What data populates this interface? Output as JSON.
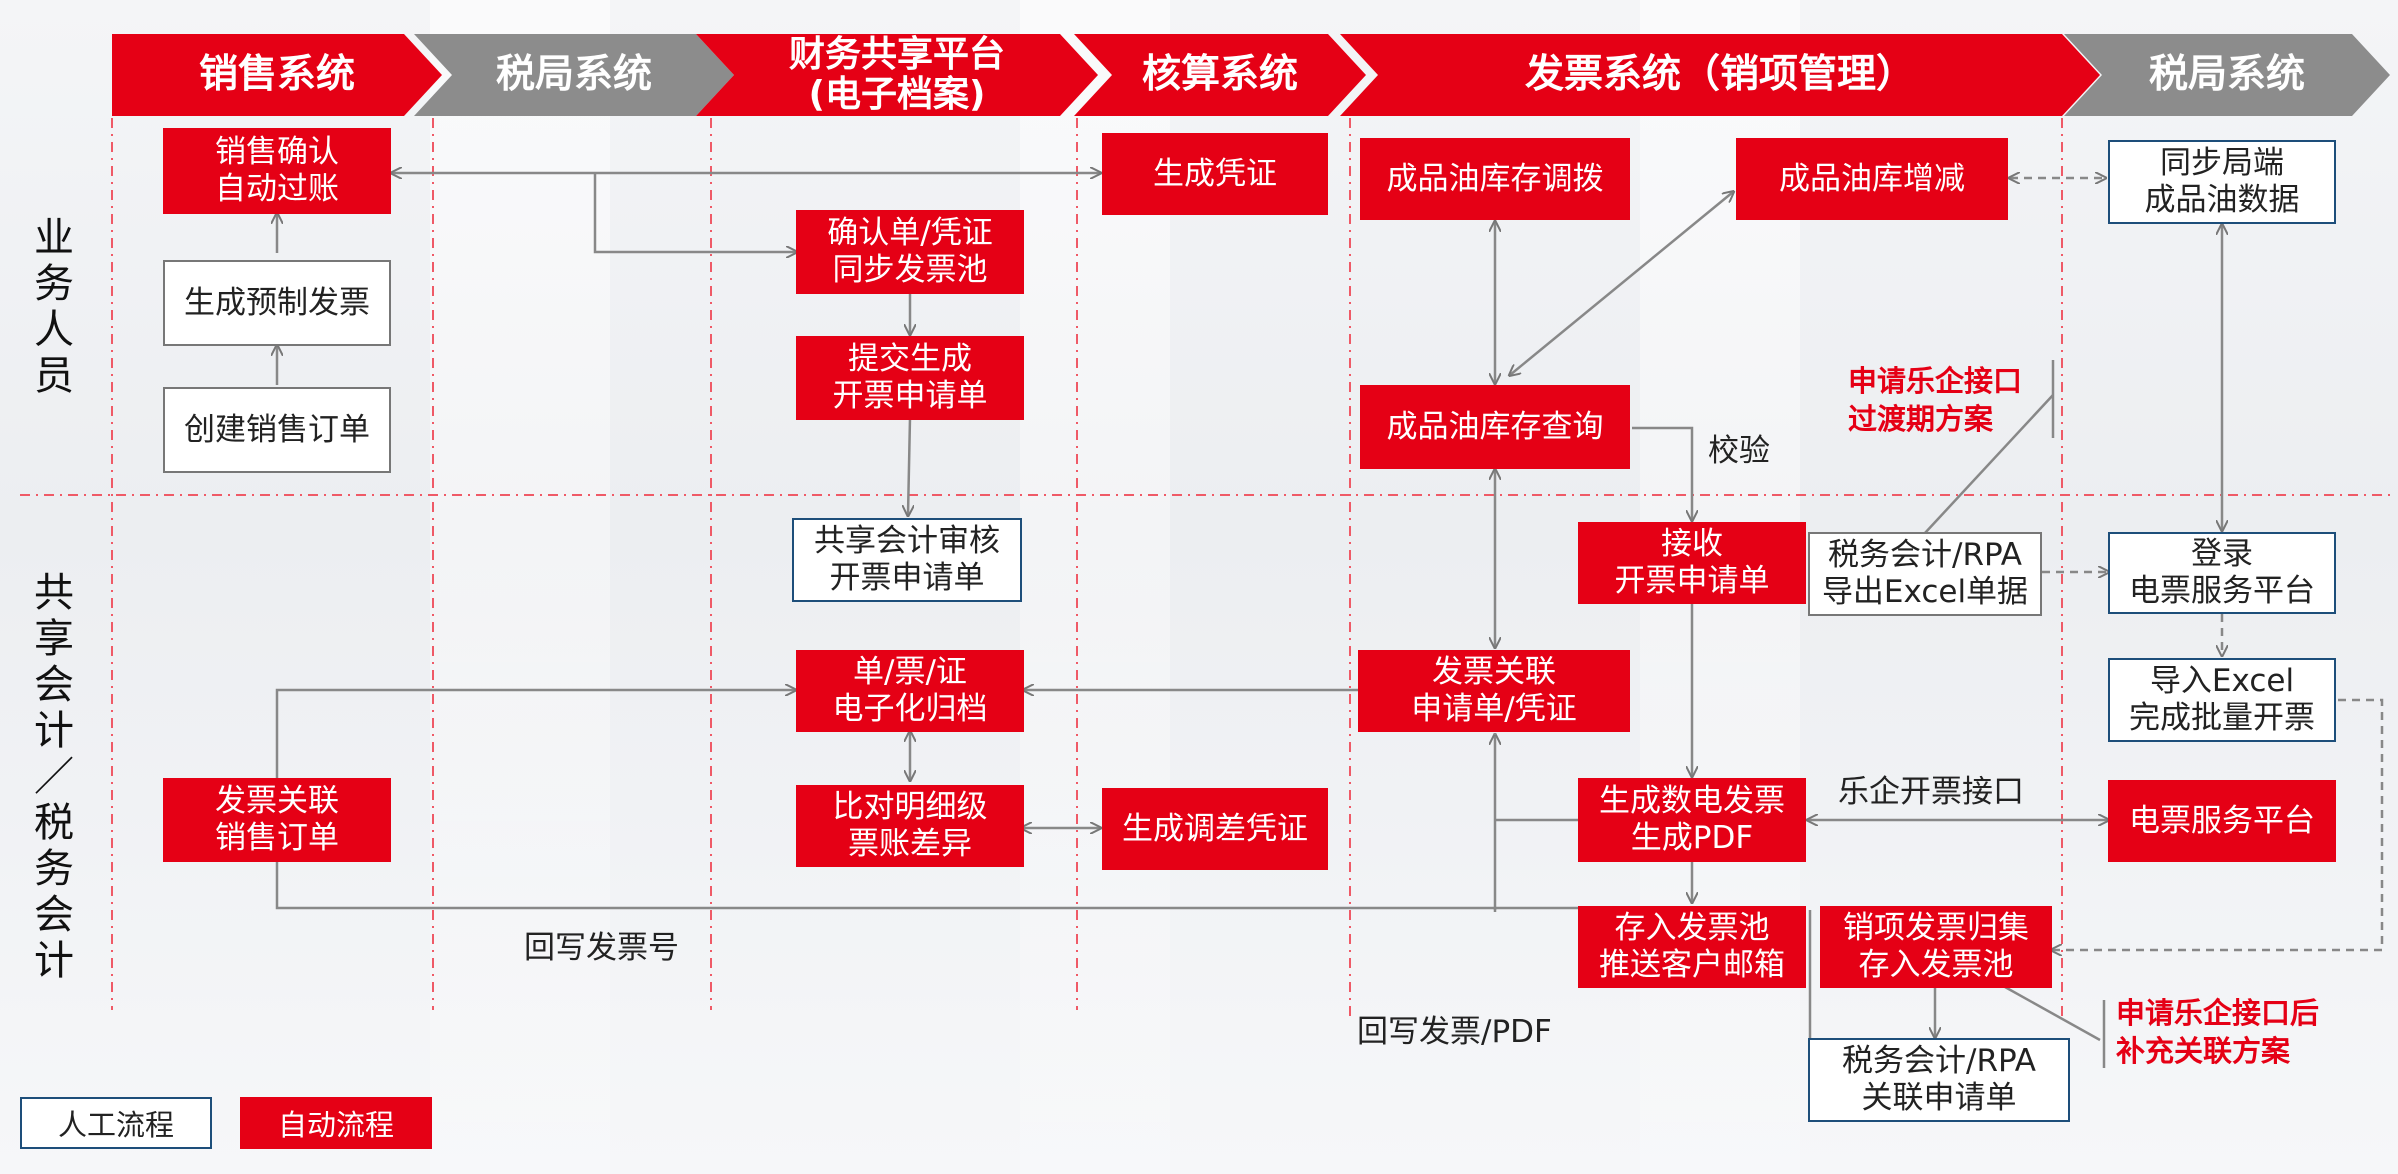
{
  "headers": [
    "销售系统",
    "税局系统",
    "财务共享平台\n(电子档案)",
    "核算系统",
    "发票系统（销项管理）",
    "税局系统"
  ],
  "roles": {
    "business": "业务人员",
    "accounting": "共享会计／税务会计"
  },
  "boxes": {
    "sales_confirm": "销售确认\n自动过账",
    "gen_prefab_invoice": "生成预制发票",
    "create_sales_order": "创建销售订单",
    "invoice_link_sales_order": "发票关联\n销售订单",
    "confirm_sync_pool": "确认单/凭证\n同步发票池",
    "submit_invoice_request": "提交生成\n开票申请单",
    "shared_acct_review": "共享会计审核\n开票申请单",
    "doc_archive": "单/票/证\n电子化归档",
    "compare_diff": "比对明细级\n票账差异",
    "gen_voucher": "生成凭证",
    "gen_adjust_voucher": "生成调差凭证",
    "oil_transfer": "成品油库存调拨",
    "oil_change": "成品油库增减",
    "oil_query": "成品油库存查询",
    "receive_request": "接收\n开票申请单",
    "tax_rpa_export": "税务会计/RPA\n导出Excel单据",
    "invoice_link_voucher": "发票关联\n申请单/凭证",
    "gen_digital_invoice": "生成数电发票\n生成PDF",
    "store_pool_email": "存入发票池\n推送客户邮箱",
    "collect_output_invoice": "销项发票归集\n存入发票池",
    "tax_rpa_link": "税务会计/RPA\n关联申请单",
    "sync_oil_data": "同步局端\n成品油数据",
    "login_platform": "登录\n电票服务平台",
    "import_excel": "导入Excel\n完成批量开票",
    "einvoice_platform": "电票服务平台"
  },
  "labels": {
    "verify": "校验",
    "leqi_interface": "乐企开票接口",
    "write_back_no": "回写发票号",
    "write_back_pdf": "回写发票/PDF"
  },
  "notes": {
    "transition_plan": "申请乐企接口\n过渡期方案",
    "supplement_plan": "申请乐企接口后\n补充关联方案"
  },
  "legend": {
    "manual": "人工流程",
    "auto": "自动流程"
  },
  "colors": {
    "red": "#e50015",
    "gray": "#8c8c8c",
    "navy": "#1d4e7a"
  }
}
